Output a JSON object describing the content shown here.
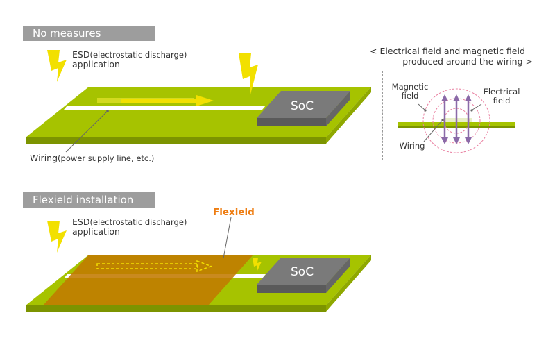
{
  "section1": {
    "tag": "No measures",
    "esd_line1": "ESD",
    "esd_paren": "(electrostatic discharge)",
    "esd_line2": "application",
    "wiring_label": "Wiring",
    "wiring_paren": "(power supply line, etc.)",
    "soc_label": "SoC"
  },
  "section2": {
    "tag": "Flexield installation",
    "esd_line1": "ESD",
    "esd_paren": "(electrostatic discharge)",
    "esd_line2": "application",
    "flexield_label": "Flexield",
    "soc_label": "SoC"
  },
  "inset": {
    "title_line1": "< Electrical field and magnetic field",
    "title_line2": "produced around the wiring >",
    "magnetic_label": "Magnetic\nfield",
    "electrical_label": "Electrical\nfield",
    "wiring_label": "Wiring"
  },
  "colors": {
    "board": "#a6c300",
    "board_edge": "#7c9400",
    "soc": "#6e6e6e",
    "flexield": "#c27a00",
    "arrow": "#f2e000",
    "field_circle": "#e97fa0",
    "field_arrow": "#8b6aa8"
  }
}
